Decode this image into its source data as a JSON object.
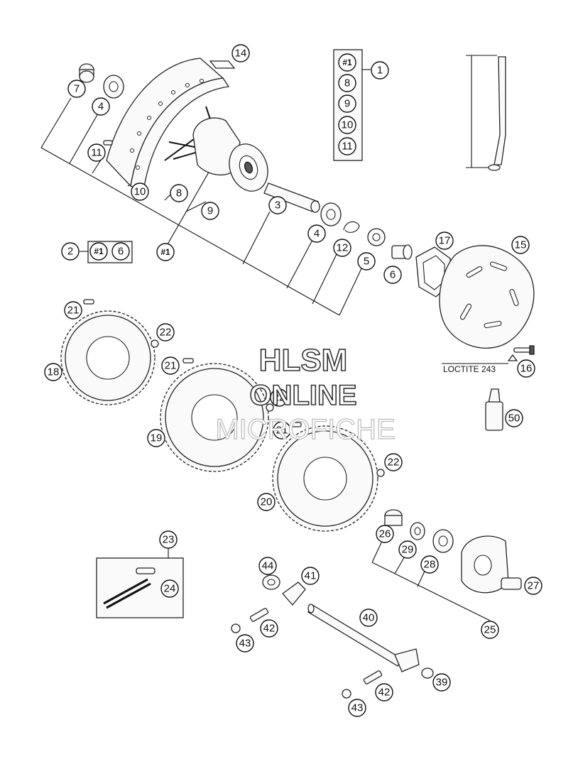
{
  "watermark": {
    "line1": "HLSM",
    "line2": "ONLINE",
    "line3": "MICROFICHE"
  },
  "loctite_label": "LOCTITE 243",
  "callouts": [
    {
      "id": "c1",
      "label": "1"
    },
    {
      "id": "c2",
      "label": "2"
    },
    {
      "id": "c3",
      "label": "3"
    },
    {
      "id": "c4a",
      "label": "4"
    },
    {
      "id": "c4b",
      "label": "4"
    },
    {
      "id": "c5",
      "label": "5"
    },
    {
      "id": "c6a",
      "label": "6"
    },
    {
      "id": "c6b",
      "label": "6"
    },
    {
      "id": "c7",
      "label": "7"
    },
    {
      "id": "c8a",
      "label": "8"
    },
    {
      "id": "c8b",
      "label": "8"
    },
    {
      "id": "c9a",
      "label": "9"
    },
    {
      "id": "c9b",
      "label": "9"
    },
    {
      "id": "c10a",
      "label": "10"
    },
    {
      "id": "c10b",
      "label": "10"
    },
    {
      "id": "c11a",
      "label": "11"
    },
    {
      "id": "c11b",
      "label": "11"
    },
    {
      "id": "c12",
      "label": "12"
    },
    {
      "id": "c14",
      "label": "14"
    },
    {
      "id": "c15",
      "label": "15"
    },
    {
      "id": "c16",
      "label": "16"
    },
    {
      "id": "c17",
      "label": "17"
    },
    {
      "id": "c18",
      "label": "18"
    },
    {
      "id": "c19",
      "label": "19"
    },
    {
      "id": "c20",
      "label": "20"
    },
    {
      "id": "c21a",
      "label": "21"
    },
    {
      "id": "c21b",
      "label": "21"
    },
    {
      "id": "c21c",
      "label": "21"
    },
    {
      "id": "c22a",
      "label": "22"
    },
    {
      "id": "c22b",
      "label": "22"
    },
    {
      "id": "c22c",
      "label": "22"
    },
    {
      "id": "c23",
      "label": "23"
    },
    {
      "id": "c24",
      "label": "24"
    },
    {
      "id": "c25",
      "label": "25"
    },
    {
      "id": "c26",
      "label": "26"
    },
    {
      "id": "c27",
      "label": "27"
    },
    {
      "id": "c28",
      "label": "28"
    },
    {
      "id": "c29",
      "label": "29"
    },
    {
      "id": "c39",
      "label": "39"
    },
    {
      "id": "c40",
      "label": "40"
    },
    {
      "id": "c41",
      "label": "41"
    },
    {
      "id": "c42a",
      "label": "42"
    },
    {
      "id": "c42b",
      "label": "42"
    },
    {
      "id": "c43a",
      "label": "43"
    },
    {
      "id": "c43b",
      "label": "43"
    },
    {
      "id": "c44",
      "label": "44"
    },
    {
      "id": "c50",
      "label": "50"
    },
    {
      "id": "h1a",
      "label": "#1"
    },
    {
      "id": "h1b",
      "label": "#1"
    },
    {
      "id": "h1c",
      "label": "#1"
    }
  ]
}
